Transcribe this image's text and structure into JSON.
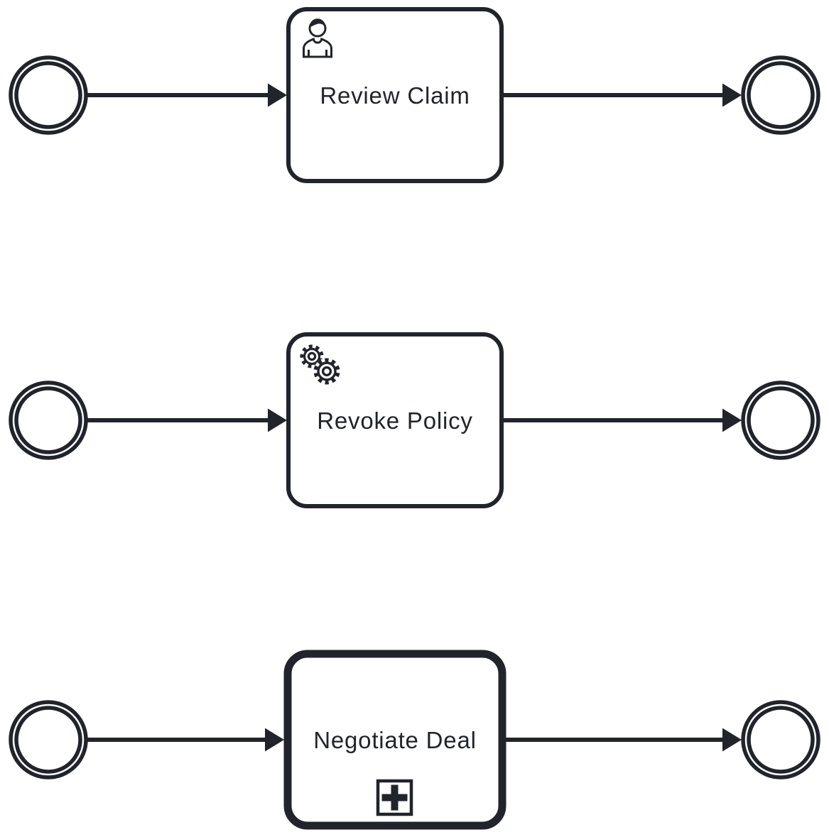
{
  "diagram": {
    "kind": "bpmn-process-diagram",
    "ink_color": "#22242c",
    "background_color": "#ffffff",
    "tasks": [
      {
        "label": "Review Claim",
        "type": "user-task",
        "icon": "user-icon"
      },
      {
        "label": "Revoke Policy",
        "type": "service-task",
        "icon": "service-gears-icon"
      },
      {
        "label": "Negotiate Deal",
        "type": "collapsed-subprocess",
        "icon": "subprocess-plus-icon"
      }
    ]
  }
}
